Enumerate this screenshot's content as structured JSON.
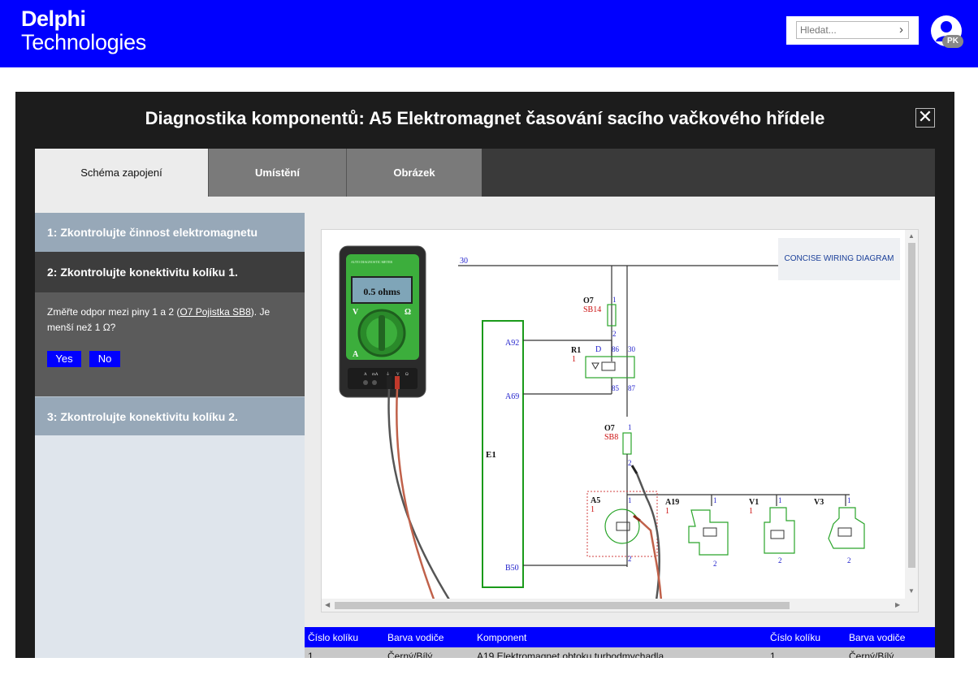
{
  "header": {
    "logo_line1": "Delphi",
    "logo_line2": "Technologies",
    "search_placeholder": "Hledat...",
    "search_go": "›",
    "user_initials": "PK"
  },
  "modal": {
    "title": "Diagnostika komponentů: A5 Elektromagnet časování sacího vačkového hřídele",
    "close": "✕",
    "tabs": [
      {
        "label": "Schéma zapojení",
        "active": true
      },
      {
        "label": "Umístění",
        "active": false
      },
      {
        "label": "Obrázek",
        "active": false
      }
    ]
  },
  "steps": [
    {
      "label": "1: Zkontrolujte činnost elektromagnetu"
    },
    {
      "label": "2: Zkontrolujte konektivitu kolíku 1.",
      "text_before": "Změřte odpor mezi piny 1 a 2 (",
      "link": "O7 Pojistka SB8",
      "text_after": "). Je menší než 1 Ω?",
      "yes": "Yes",
      "no": "No"
    },
    {
      "label": "3: Zkontrolujte konektivitu kolíku 2."
    }
  ],
  "diagram": {
    "concise_label": "CONCISE WIRING DIAGRAM",
    "meter_reading": "0.5 ohms",
    "meter_brand": "AUTO DIAGNOSTIC METER",
    "meter_labels": {
      "v": "V",
      "ohm": "Ω",
      "a": "A",
      "ports": [
        "A",
        "mA",
        "⏚",
        "V",
        "Ω"
      ]
    },
    "labels": {
      "wire30": "30",
      "e1": "E1",
      "a92": "A92",
      "a69": "A69",
      "b50": "B50",
      "o7_top": "O7",
      "sb14": "SB14",
      "r1": "R1",
      "r1_sub": "1",
      "d": "D",
      "p86": "86",
      "p30": "30",
      "p85": "85",
      "p87": "87",
      "o7_mid": "O7",
      "sb8": "SB8",
      "a5": "A5",
      "a5_sub": "1",
      "a19": "A19",
      "a19_sub": "1",
      "v1": "V1",
      "v1_sub": "1",
      "v3": "V3",
      "pin1": "1",
      "pin2": "2"
    },
    "colors": {
      "wire": "#333333",
      "fuse": "#2aa52a",
      "pin": "#2222cc",
      "ref": "#cc1111",
      "meter_green": "#3cae3c"
    }
  },
  "pin_table": {
    "columns": [
      "Číslo kolíku",
      "Barva vodiče",
      "Komponent",
      "Číslo kolíku",
      "Barva vodiče"
    ],
    "rows": [
      [
        "1",
        "Černý/Bílý",
        "A19 Elektromagnet obtoku turbodmychadla",
        "1",
        "Černý/Bílý"
      ]
    ]
  }
}
